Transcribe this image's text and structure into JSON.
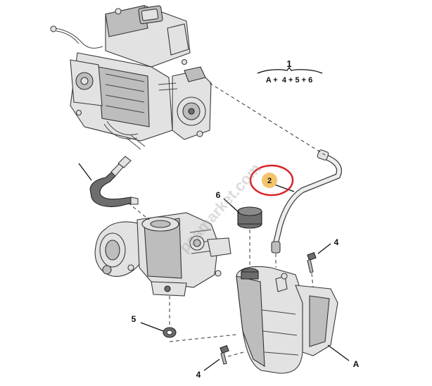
{
  "callouts": {
    "c1": "1",
    "formula": "A +  4 + 5 + 6",
    "c2": "2",
    "c4_top": "4",
    "c4_bottom": "4",
    "c5": "5",
    "c6": "6",
    "cA": "A"
  },
  "watermark": "psamarket.com",
  "colors": {
    "highlight_circle": "#d9242a",
    "highlight_fill": "#f2c46b",
    "line": "#333333",
    "part_fill": "#e2e2e2"
  }
}
